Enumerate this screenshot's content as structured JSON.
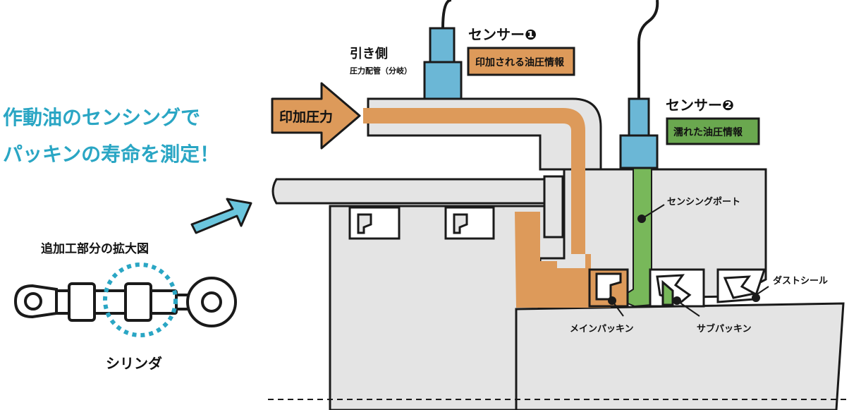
{
  "headline": {
    "line1": "作動油のセンシングで",
    "line2": "パッキンの寿命を測定！"
  },
  "inset": {
    "caption": "追加工部分の拡大図",
    "label": "シリンダ"
  },
  "pull_side": {
    "title": "引き側",
    "subtitle": "圧力配管（分岐）"
  },
  "applied_pressure": "印加圧力",
  "sensor1": {
    "title": "センサー❶",
    "info": "印加される油圧情報",
    "info_color": "#d9904f"
  },
  "sensor2": {
    "title": "センサー❷",
    "info": "濡れた油圧情報",
    "info_color": "#6aa84f"
  },
  "labels": {
    "sensing_port": "センシングポート",
    "dust_seal": "ダストシール",
    "main_packing": "メインパッキン",
    "sub_packing": "サブパッキン"
  },
  "colors": {
    "headline": "#2aa6c4",
    "sensor_body": "#6bb7d6",
    "oil": "#dd9a5a",
    "wet_oil": "#78b85a",
    "metal": "#e4e4e4",
    "outline": "#1a1a1a"
  }
}
